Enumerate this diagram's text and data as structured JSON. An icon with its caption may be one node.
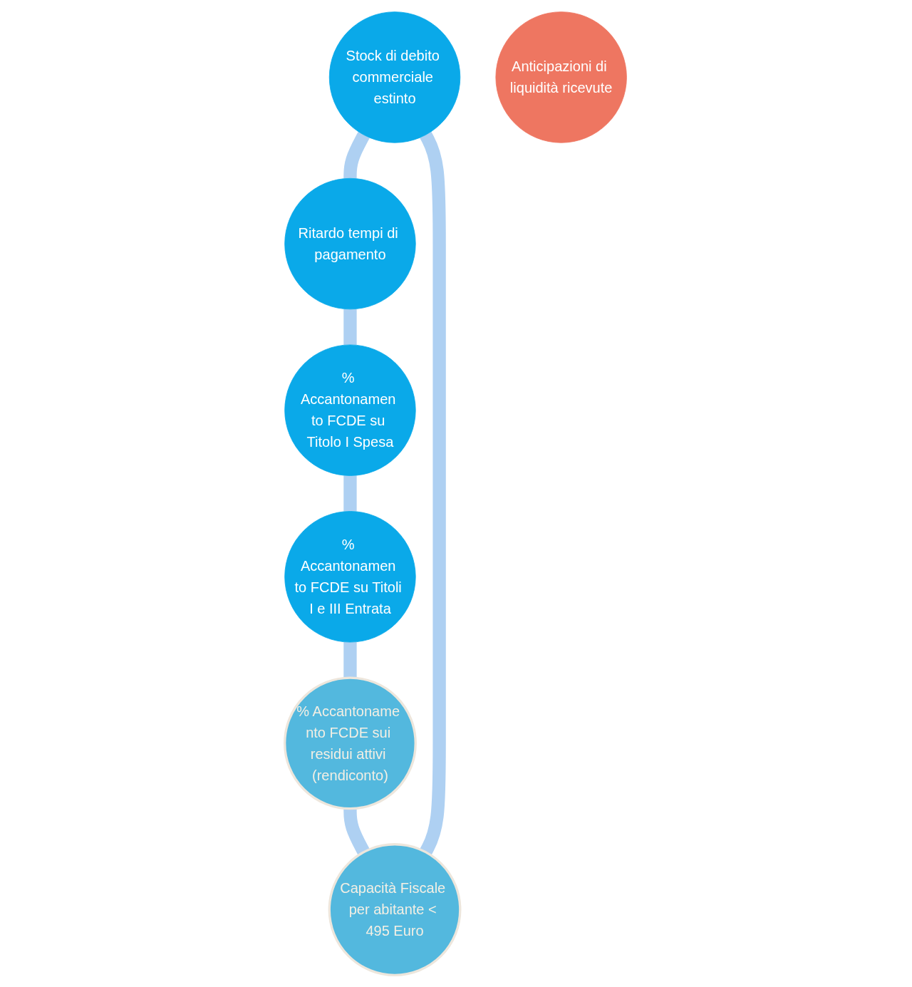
{
  "diagram": {
    "nodes": [
      {
        "text": [
          "Stock di debito commerciale estinto"
        ]
      },
      {
        "text": [
          "Capacità Fiscale per abitante < 495 Euro"
        ]
      },
      {
        "text": [
          "Ritardo tempi di pagamento"
        ]
      },
      {
        "text": [
          "Anticipazioni di liquidità ricevute"
        ]
      },
      {
        "text": [
          "% Accantoname nto FCDE sui residui attivi (rendiconto)"
        ]
      },
      {
        "text": [
          "% Accantonamen to FCDE su Titolo I Spesa"
        ]
      },
      {
        "text": [
          "% Accantonamen to FCDE su Titoli I e III Entrata"
        ]
      }
    ],
    "edges": [
      {
        "from": 0,
        "to": 2,
        "arrow": "none"
      },
      {
        "from": 2,
        "to": 5,
        "arrow": "none"
      },
      {
        "from": 5,
        "to": 6,
        "arrow": "none"
      },
      {
        "from": 6,
        "to": 4,
        "arrow": "none"
      },
      {
        "from": 4,
        "to": 1,
        "arrow": "none"
      },
      {
        "from": 1,
        "to": 0,
        "arrow": "none"
      }
    ]
  }
}
